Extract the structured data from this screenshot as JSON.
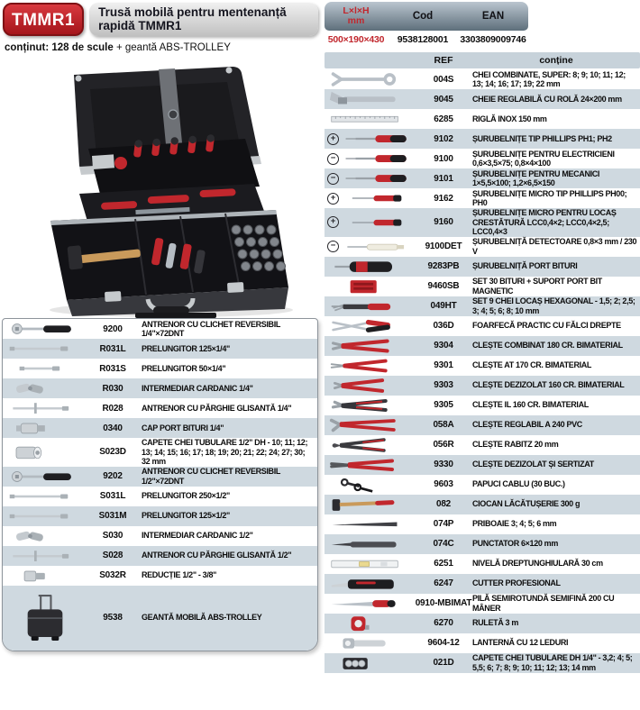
{
  "page": {
    "badge": "TMMR1",
    "title_line1": "Trusă mobilă pentru mentenanță",
    "title_line2": "rapidă TMMR1",
    "content_bold": "conținut: 128 de scule",
    "content_rest": " + geantă ABS-TROLLEY"
  },
  "colors": {
    "accent_red": "#c1272d",
    "header_gradient_top": "#bac5cf",
    "header_gradient_bottom": "#5e6f7b",
    "row_alt_bg": "#cfd9e0",
    "ref_header_bg": "#c7d2da",
    "title_text": "#15151f"
  },
  "spec_table": {
    "headers": {
      "dims": "L×l×H",
      "dims_unit": "mm",
      "cod": "Cod",
      "ean": "EAN"
    },
    "values": {
      "dims": "500×190×430",
      "cod": "9538128001",
      "ean": "3303809009746"
    }
  },
  "list_headers": {
    "ref": "REF",
    "contains": "conține"
  },
  "left_table": {
    "rows": [
      {
        "ref": "9200",
        "desc": "ANTRENOR CU CLICHET REVERSIBIL 1/4\"×72DNT",
        "icon": "reversible-ratchet",
        "mark": null
      },
      {
        "ref": "R031L",
        "desc": "PRELUNGITOR 125×1/4\"",
        "icon": "extension-bar",
        "mark": null
      },
      {
        "ref": "R031S",
        "desc": "PRELUNGITOR 50×1/4\"",
        "icon": "extension-bar-short",
        "mark": null
      },
      {
        "ref": "R030",
        "desc": "INTERMEDIAR CARDANIC 1/4\"",
        "icon": "universal-joint",
        "mark": null
      },
      {
        "ref": "R028",
        "desc": "ANTRENOR CU PĂRGHIE GLISANTĂ 1/4\"",
        "icon": "sliding-t-handle",
        "mark": null
      },
      {
        "ref": "0340",
        "desc": "CAP PORT BITURI 1/4\"",
        "icon": "bit-holder-cap",
        "mark": null
      },
      {
        "ref": "S023D",
        "desc": "CAPETE CHEI TUBULARE 1/2\" DH - 10; 11; 12; 13; 14; 15; 16; 17; 18; 19; 20; 21; 22; 24; 27; 30; 32 mm",
        "icon": "socket-set-large",
        "mark": null
      },
      {
        "ref": "9202",
        "desc": "ANTRENOR CU CLICHET REVERSIBIL 1/2\"×72DNT",
        "icon": "reversible-ratchet",
        "mark": null
      },
      {
        "ref": "S031L",
        "desc": "PRELUNGITOR 250×1/2\"",
        "icon": "extension-bar",
        "mark": null
      },
      {
        "ref": "S031M",
        "desc": "PRELUNGITOR 125×1/2\"",
        "icon": "extension-bar",
        "mark": null
      },
      {
        "ref": "S030",
        "desc": "INTERMEDIAR CARDANIC 1/2\"",
        "icon": "universal-joint",
        "mark": null
      },
      {
        "ref": "S028",
        "desc": "ANTRENOR CU PĂRGHIE GLISANTĂ 1/2\"",
        "icon": "sliding-t-handle",
        "mark": null
      },
      {
        "ref": "S032R",
        "desc": "REDUCȚIE 1/2\" - 3/8\"",
        "icon": "reducer-adapter",
        "mark": null
      },
      {
        "ref": "9538",
        "desc": "GEANTĂ MOBILĂ ABS-TROLLEY",
        "icon": "abs-trolley-case",
        "mark": null
      }
    ]
  },
  "right_table": {
    "rows": [
      {
        "ref": "004S",
        "desc": "CHEI COMBINATE, SUPER: 8; 9; 10; 11; 12; 13; 14; 16; 17; 19; 22 mm",
        "icon": "combination-wrench",
        "mark": null
      },
      {
        "ref": "9045",
        "desc": "CHEIE REGLABILĂ CU ROLĂ 24×200 mm",
        "icon": "adjustable-wrench",
        "mark": null
      },
      {
        "ref": "6285",
        "desc": "RIGLĂ INOX 150 mm",
        "icon": "steel-ruler",
        "mark": null
      },
      {
        "ref": "9102",
        "desc": "ȘURUBELNIȚE TIP PHILLIPS PH1; PH2",
        "icon": "screwdriver",
        "mark": "+"
      },
      {
        "ref": "9100",
        "desc": "ȘURUBELNIȚE PENTRU ELECTRICIENI 0,6×3,5×75; 0,8×4×100",
        "icon": "screwdriver",
        "mark": "−"
      },
      {
        "ref": "9101",
        "desc": "ȘURUBELNIȚE PENTRU MECANICI 1×5,5×100; 1,2×6,5×150",
        "icon": "screwdriver",
        "mark": "−"
      },
      {
        "ref": "9162",
        "desc": "ȘURUBELNIȚE MICRO TIP PHILLIPS PH00; PH0",
        "icon": "micro-screwdriver",
        "mark": "+"
      },
      {
        "ref": "9160",
        "desc": "ȘURUBELNIȚE MICRO PENTRU LOCAȘ CRESTĂTURĂ LCC0,4×2; LCC0,4×2,5; LCC0,4×3",
        "icon": "micro-screwdriver",
        "mark": "+"
      },
      {
        "ref": "9100DET",
        "desc": "ȘURUBELNIȚĂ DETECTOARE 0,8×3 mm / 230 V",
        "icon": "voltage-tester-screwdriver",
        "mark": "−"
      },
      {
        "ref": "9283PB",
        "desc": "ȘURUBELNIȚĂ PORT BITURI",
        "icon": "bit-screwdriver",
        "mark": null
      },
      {
        "ref": "9460SB",
        "desc": "SET 30 BITURI + SUPORT PORT BIT MAGNETIC",
        "icon": "bit-set",
        "mark": null
      },
      {
        "ref": "049HT",
        "desc": "SET 9 CHEI LOCAȘ HEXAGONAL - 1,5; 2; 2,5; 3; 4; 5; 6; 8; 10 mm",
        "icon": "hex-key-set",
        "mark": null
      },
      {
        "ref": "036D",
        "desc": "FOARFECĂ PRACTIC CU FĂLCI DREPTE",
        "icon": "straight-scissors",
        "mark": null
      },
      {
        "ref": "9304",
        "desc": "CLEȘTE COMBINAT 180 CR. BIMATERIAL",
        "icon": "combination-pliers",
        "mark": null
      },
      {
        "ref": "9301",
        "desc": "CLEȘTE AT 170 CR. BIMATERIAL",
        "icon": "long-nose-pliers",
        "mark": null
      },
      {
        "ref": "9303",
        "desc": "CLEȘTE DEZIZOLAT 160 CR. BIMATERIAL",
        "icon": "wire-stripper-pliers",
        "mark": null
      },
      {
        "ref": "9305",
        "desc": "CLEȘTE IL 160 CR. BIMATERIAL",
        "icon": "diagonal-cutting-pliers",
        "mark": null
      },
      {
        "ref": "058A",
        "desc": "CLEȘTE REGLABIL A 240 PVC",
        "icon": "water-pump-pliers",
        "mark": null
      },
      {
        "ref": "056R",
        "desc": "CLEȘTE RABITZ 20 mm",
        "icon": "rabitz-pliers",
        "mark": null
      },
      {
        "ref": "9330",
        "desc": "CLEȘTE DEZIZOLAT ȘI SERTIZAT",
        "icon": "crimping-pliers",
        "mark": null
      },
      {
        "ref": "9603",
        "desc": "PAPUCI CABLU (30 BUC.)",
        "icon": "cable-lugs",
        "mark": null
      },
      {
        "ref": "082",
        "desc": "CIOCAN LĂCĂTUȘERIE 300 g",
        "icon": "hammer",
        "mark": null
      },
      {
        "ref": "074P",
        "desc": "PRIBOAIE 3; 4; 5; 6 mm",
        "icon": "pin-punches",
        "mark": null
      },
      {
        "ref": "074C",
        "desc": "PUNCTATOR 6×120 mm",
        "icon": "center-punch",
        "mark": null
      },
      {
        "ref": "6251",
        "desc": "NIVELĂ DREPTUNGHIULARĂ 30 cm",
        "icon": "spirit-level",
        "mark": null
      },
      {
        "ref": "6247",
        "desc": "CUTTER PROFESIONAL",
        "icon": "utility-knife",
        "mark": null
      },
      {
        "ref": "0910-MBIMAT",
        "desc": "PILĂ SEMIROTUNDĂ SEMIFINĂ 200 CU MÂNER",
        "icon": "half-round-file",
        "mark": null
      },
      {
        "ref": "6270",
        "desc": "RULETĂ 3 m",
        "icon": "tape-measure",
        "mark": null
      },
      {
        "ref": "9604-12",
        "desc": "LANTERNĂ CU 12 LEDURI",
        "icon": "led-flashlight",
        "mark": null
      },
      {
        "ref": "021D",
        "desc": "CAPETE CHEI TUBULARE DH 1/4\" - 3,2; 4; 5; 5,5; 6; 7; 8; 9; 10; 11; 12; 13; 14 mm",
        "icon": "socket-set",
        "mark": null
      }
    ]
  }
}
